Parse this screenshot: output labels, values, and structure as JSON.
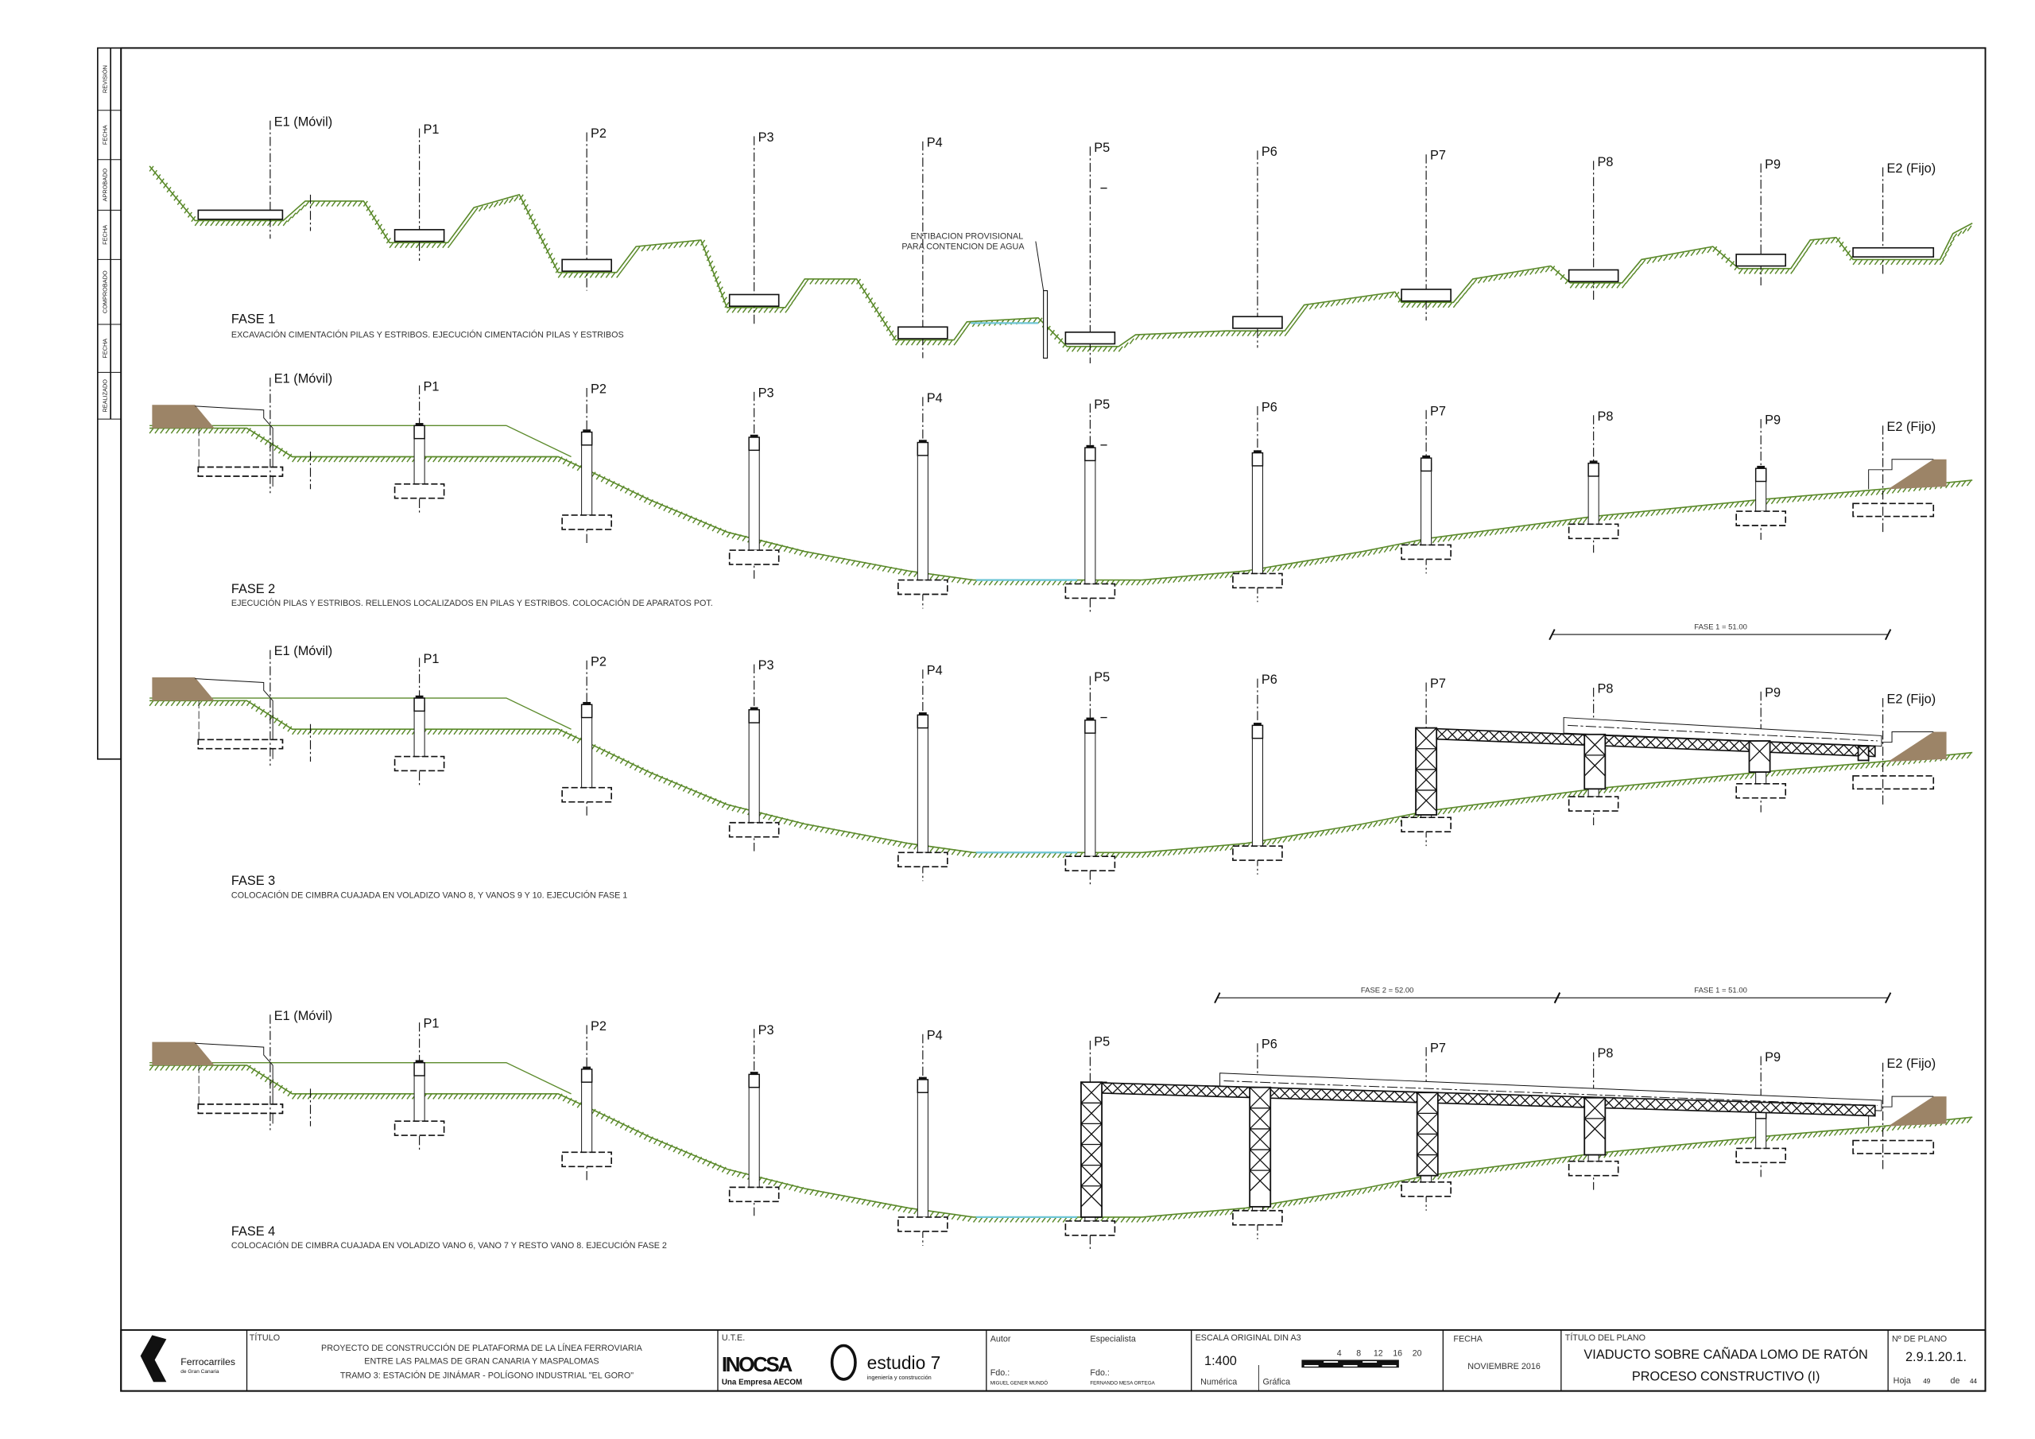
{
  "axes": [
    "E1 (Móvil)",
    "P1",
    "P2",
    "P3",
    "P4",
    "P5",
    "P6",
    "P7",
    "P8",
    "P9",
    "E2 (Fijo)"
  ],
  "phases": [
    {
      "title": "FASE 1",
      "description": "EXCAVACIÓN CIMENTACIÓN PILAS Y ESTRIBOS. EJECUCIÓN CIMENTACIÓN PILAS Y ESTRIBOS"
    },
    {
      "title": "FASE 2",
      "description": "EJECUCIÓN PILAS Y ESTRIBOS. RELLENOS LOCALIZADOS EN PILAS Y ESTRIBOS.  COLOCACIÓN DE APARATOS POT."
    },
    {
      "title": "FASE 3",
      "description": "COLOCACIÓN DE CIMBRA CUAJADA EN VOLADIZO VANO 8, Y VANOS 9 Y 10. EJECUCIÓN FASE 1"
    },
    {
      "title": "FASE 4",
      "description": "COLOCACIÓN DE CIMBRA CUAJADA EN VOLADIZO VANO 6, VANO 7 Y RESTO VANO 8. EJECUCIÓN FASE 2"
    }
  ],
  "annotation": {
    "line1": "ENTIBACION PROVISIONAL",
    "line2": "PARA CONTENCION DE AGUA"
  },
  "dimensions": {
    "fase3_f1": "FASE 1 = 51.00",
    "fase4_f2": "FASE 2 = 52.00",
    "fase4_f1": "FASE 1 = 51.00"
  },
  "revision_strip": [
    "REVISIÓN",
    "FECHA",
    "APROBADO",
    "FECHA",
    "COMPROBADO",
    "FECHA",
    "REALIZADO"
  ],
  "title_block": {
    "logo": {
      "mark": "TGC",
      "name": "Ferrocarriles",
      "sub": "de Gran Canaria"
    },
    "titulo_label": "TÍTULO",
    "titulo_lines": [
      "PROYECTO DE CONSTRUCCIÓN DE PLATAFORMA DE LA LÍNEA FERROVIARIA",
      "ENTRE LAS PALMAS DE GRAN CANARIA Y MASPALOMAS",
      "TRAMO 3: ESTACIÓN DE JINÁMAR - POLÍGONO INDUSTRIAL \"EL GORO\""
    ],
    "ute_label": "U.T.E.",
    "ute_inocsa": "INOCSA",
    "ute_inocsa_sub": "Una Empresa AECOM",
    "ute_estudio": "estudio 7",
    "ute_estudio_sub": "ingeniería y construcción",
    "autor_label": "Autor",
    "especialista_label": "Especialista",
    "fdo_label": "Fdo.:",
    "autor_name": "MIGUEL GENER MUNDÓ",
    "especialista_name": "FERNANDO MESA ORTEGA",
    "escala_label": "ESCALA ORIGINAL DIN A3",
    "escala_value": "1:400",
    "escala_ticks": [
      "4",
      "8",
      "12",
      "16",
      "20"
    ],
    "numerica_label": "Numérica",
    "grafica_label": "Gráfica",
    "fecha_label": "FECHA",
    "fecha_value": "NOVIEMBRE 2016",
    "plano_title_label": "TÍTULO DEL PLANO",
    "plano_title_1": "VIADUCTO SOBRE CAÑADA LOMO DE RATÓN",
    "plano_title_2": "PROCESO CONSTRUCTIVO (I)",
    "plano_no_label": "Nº DE PLANO",
    "plano_no": "2.9.1.20.1.",
    "hoja_label": "Hoja",
    "hoja_value": "49",
    "de_label": "de",
    "de_value": "44"
  },
  "colors": {
    "ground": "#5b8a2b",
    "fill": "#9c8467",
    "water": "#6fc6d6",
    "line": "#111111"
  }
}
